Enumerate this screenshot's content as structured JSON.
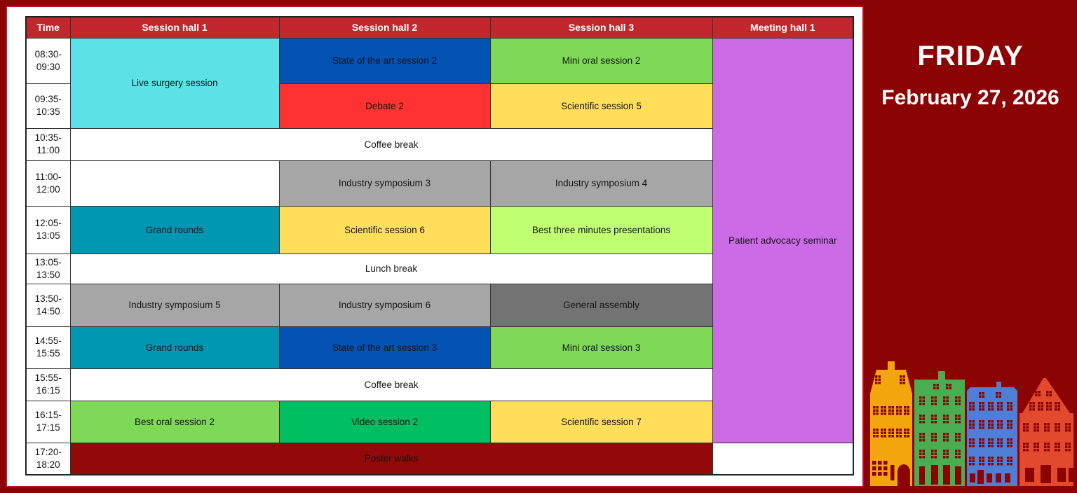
{
  "page": {
    "background_color": "#8B0303",
    "card_border_color": "#b9121f"
  },
  "side_panel": {
    "day": "FRIDAY",
    "date": "February 27, 2026",
    "text_color": "#FFFFFF",
    "background_color": "#8B0303",
    "buildings_illustration": {
      "yellow_house_color": "#F2A50C",
      "green_house_color": "#4BAD52",
      "blue_house_color": "#4E7ED6",
      "red_house_color": "#E2492D",
      "window_color": "#8B0303"
    }
  },
  "schedule": {
    "header": {
      "background_color": "#C1272D",
      "columns": [
        "Time",
        "Session hall 1",
        "Session hall 2",
        "Session hall 3",
        "Meeting hall 1"
      ]
    },
    "rows": [
      {
        "time": "08:30-\n09:30",
        "cells": [
          {
            "label": "Live surgery session",
            "color": "#5CE1E6"
          },
          {
            "label": "State of the art session 2",
            "color": "#0452B4"
          },
          {
            "label": "Mini oral session 2",
            "color": "#7ED957"
          },
          {
            "label": "Patient advocacy seminar",
            "color": "#CB6CE6"
          }
        ]
      },
      {
        "time": "09:35-\n10:35",
        "cells": [
          {
            "label": "Debate 2",
            "color": "#FF3131"
          },
          {
            "label": "Scientific session 5",
            "color": "#FFDE59"
          }
        ]
      },
      {
        "time": "10:35-\n11:00",
        "cells": [
          {
            "label": "Coffee break",
            "color": "#FFFFFF"
          }
        ]
      },
      {
        "time": "11:00-\n12:00",
        "cells": [
          {
            "label": "",
            "color": "#FFFFFF"
          },
          {
            "label": "Industry symposium 3",
            "color": "#A6A6A6"
          },
          {
            "label": "Industry symposium 4",
            "color": "#A6A6A6"
          }
        ]
      },
      {
        "time": "12:05-\n13:05",
        "cells": [
          {
            "label": "Grand rounds",
            "color": "#0097B2"
          },
          {
            "label": "Scientific session 6",
            "color": "#FFDE59"
          },
          {
            "label": "Best three minutes presentations",
            "color": "#C1FF72"
          }
        ]
      },
      {
        "time": "13:05-\n13:50",
        "cells": [
          {
            "label": "Lunch break",
            "color": "#FFFFFF"
          }
        ]
      },
      {
        "time": "13:50-\n14:50",
        "cells": [
          {
            "label": "Industry symposium 5",
            "color": "#A6A6A6"
          },
          {
            "label": "Industry symposium 6",
            "color": "#A6A6A6"
          },
          {
            "label": "General assembly",
            "color": "#737373"
          }
        ]
      },
      {
        "time": "14:55-\n15:55",
        "cells": [
          {
            "label": "Grand rounds",
            "color": "#0097B2"
          },
          {
            "label": "State of the art session 3",
            "color": "#0452B4"
          },
          {
            "label": "Mini oral session 3",
            "color": "#7ED957"
          }
        ]
      },
      {
        "time": "15:55-\n16:15",
        "cells": [
          {
            "label": "Coffee break",
            "color": "#FFFFFF"
          }
        ]
      },
      {
        "time": "16:15-\n17:15",
        "cells": [
          {
            "label": "Best oral session 2",
            "color": "#7ED957"
          },
          {
            "label": "Video session 2",
            "color": "#00BF63"
          },
          {
            "label": "Scientific session 7",
            "color": "#FFDE59"
          }
        ]
      },
      {
        "time": "17:20-\n18:20",
        "cells": [
          {
            "label": "Poster walks",
            "color": "#930808"
          },
          {
            "label": "",
            "color": "#FFFFFF"
          }
        ]
      }
    ]
  }
}
